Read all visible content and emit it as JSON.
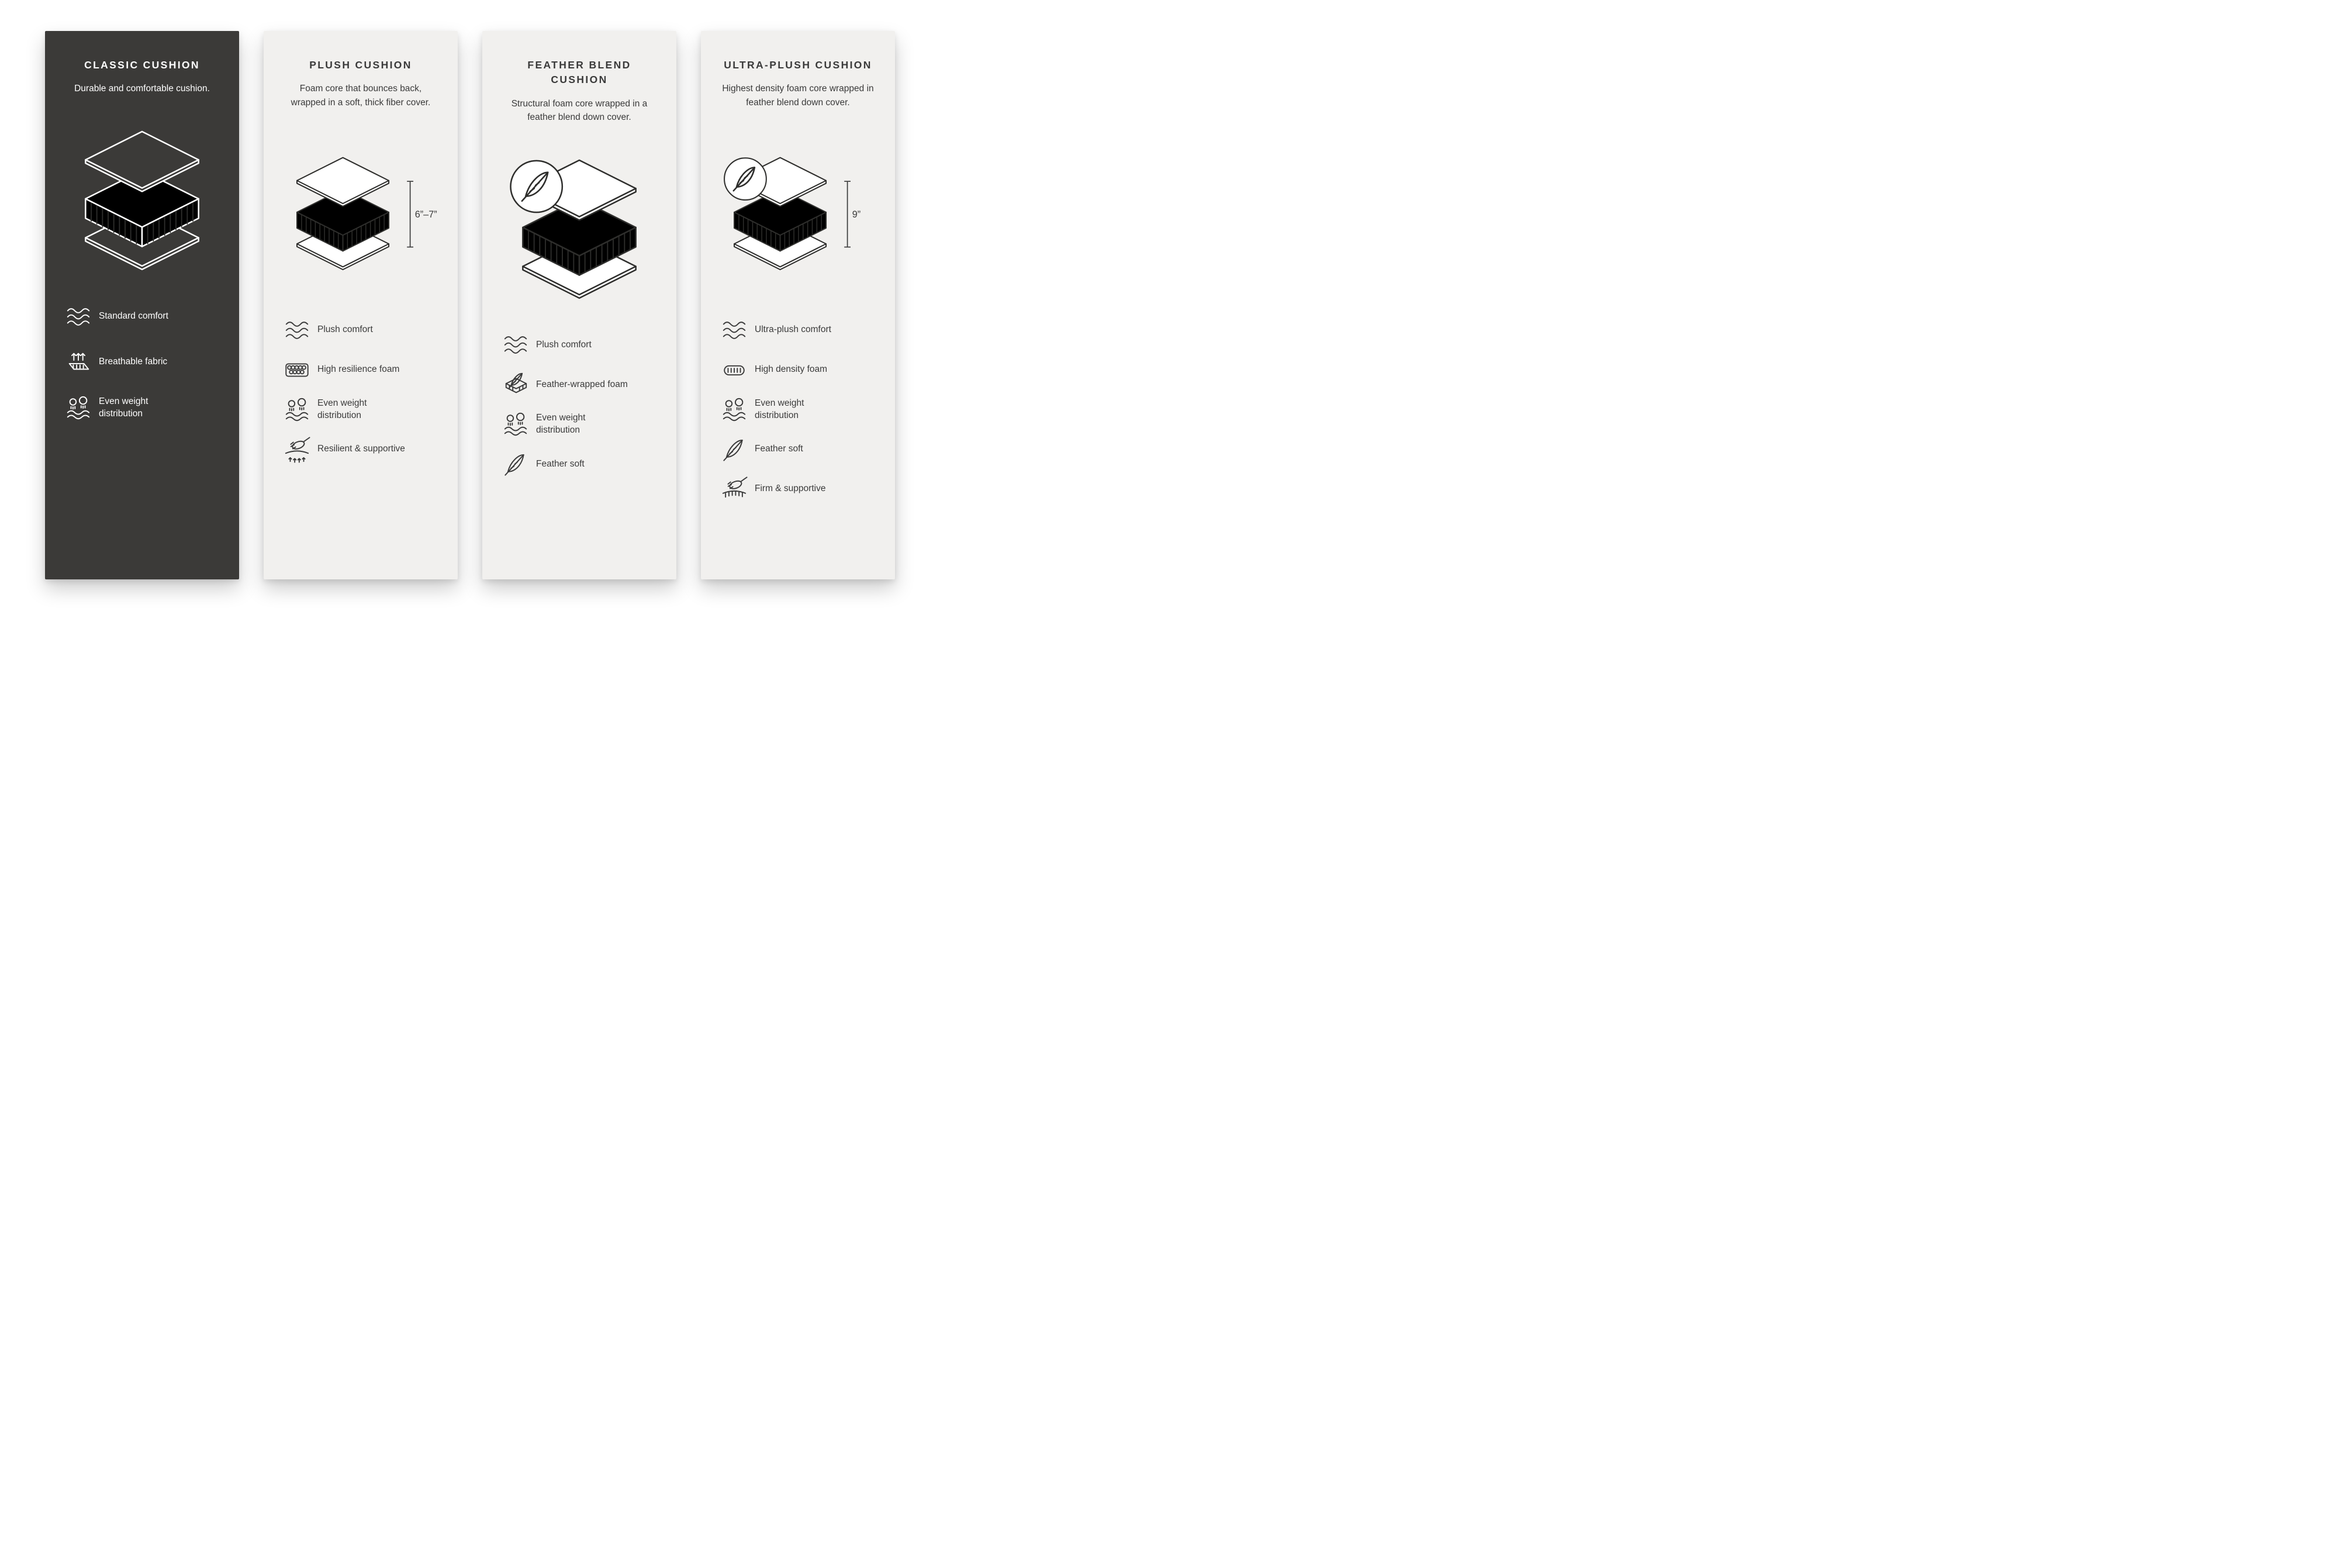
{
  "colors": {
    "dark_card_bg": "#3b3a38",
    "light_card_bg": "#f1f0ee",
    "foam_fill": "#cfe4ed",
    "line_ink": "#2e2e2c",
    "text_dark": "#3a3a3a",
    "page_bg": "#ffffff"
  },
  "cards": [
    {
      "title": "CLASSIC CUSHION",
      "description": "Durable and comfortable cushion.",
      "measurement": "",
      "features": [
        {
          "icon": "comfort-waves-icon",
          "label": "Standard comfort"
        },
        {
          "icon": "breathable-fabric-icon",
          "label": "Breathable fabric"
        },
        {
          "icon": "even-weight-distribution-icon",
          "label": "Even weight distribution"
        }
      ]
    },
    {
      "title": "PLUSH CUSHION",
      "description": "Foam core that bounces back, wrapped in a soft, thick fiber cover.",
      "measurement": "6”–7”",
      "features": [
        {
          "icon": "comfort-waves-icon",
          "label": "Plush comfort"
        },
        {
          "icon": "high-resilience-foam-icon",
          "label": "High resilience foam"
        },
        {
          "icon": "even-weight-distribution-icon",
          "label": "Even weight distribution"
        },
        {
          "icon": "resilient-supportive-icon",
          "label": "Resilient & supportive"
        }
      ]
    },
    {
      "title": "FEATHER BLEND CUSHION",
      "description": "Structural foam core wrapped in a feather blend down cover.",
      "measurement": "",
      "features": [
        {
          "icon": "comfort-waves-icon",
          "label": "Plush comfort"
        },
        {
          "icon": "feather-wrapped-foam-icon",
          "label": "Feather-wrapped foam"
        },
        {
          "icon": "even-weight-distribution-icon",
          "label": "Even weight distribution"
        },
        {
          "icon": "feather-soft-icon",
          "label": "Feather soft"
        }
      ]
    },
    {
      "title": "ULTRA-PLUSH CUSHION",
      "description": "Highest density foam core wrapped in feather blend down cover.",
      "measurement": "9”",
      "features": [
        {
          "icon": "comfort-waves-icon",
          "label": "Ultra-plush comfort"
        },
        {
          "icon": "high-density-foam-icon",
          "label": "High density foam"
        },
        {
          "icon": "even-weight-distribution-icon",
          "label": "Even weight distribution"
        },
        {
          "icon": "feather-soft-icon",
          "label": "Feather soft"
        },
        {
          "icon": "firm-supportive-icon",
          "label": "Firm & supportive"
        }
      ]
    }
  ]
}
